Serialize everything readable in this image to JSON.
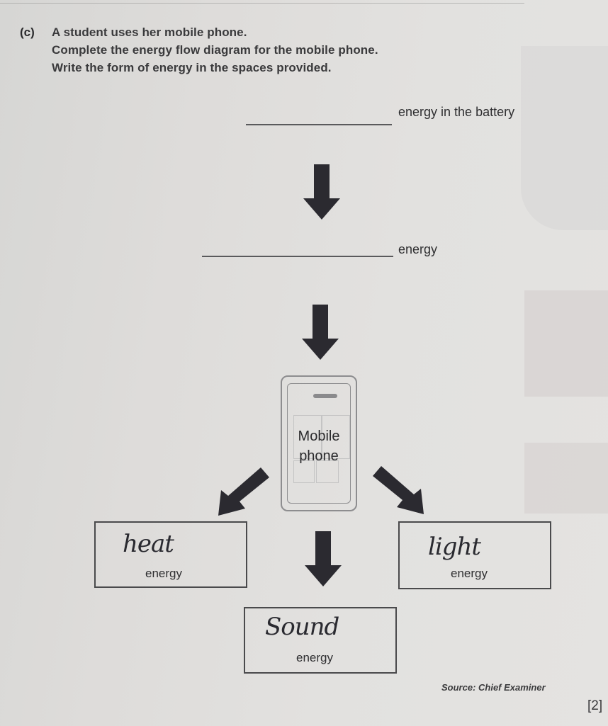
{
  "question": {
    "label": "(c)",
    "lines": [
      "A student uses her mobile phone.",
      "Complete the energy flow diagram for the mobile phone.",
      "Write the form of energy in the spaces provided."
    ]
  },
  "diagram": {
    "step1": {
      "answer": "",
      "suffix": "energy in the battery"
    },
    "step2": {
      "answer": "",
      "suffix": "energy"
    },
    "device": {
      "line1": "Mobile",
      "line2": "phone"
    },
    "outputs": [
      {
        "position": "left",
        "handwritten": "heat",
        "label": "energy"
      },
      {
        "position": "bottom",
        "handwritten": "Sound",
        "label": "energy"
      },
      {
        "position": "right",
        "handwritten": "light",
        "label": "energy"
      }
    ],
    "arrow_icon": "down-arrow-icon"
  },
  "footer": {
    "source": "Source: Chief Examiner",
    "marks": "[2]"
  },
  "colors": {
    "paper": "#e0dfdd",
    "ink": "#2a2a2c",
    "arrow": "#2b2a30"
  }
}
